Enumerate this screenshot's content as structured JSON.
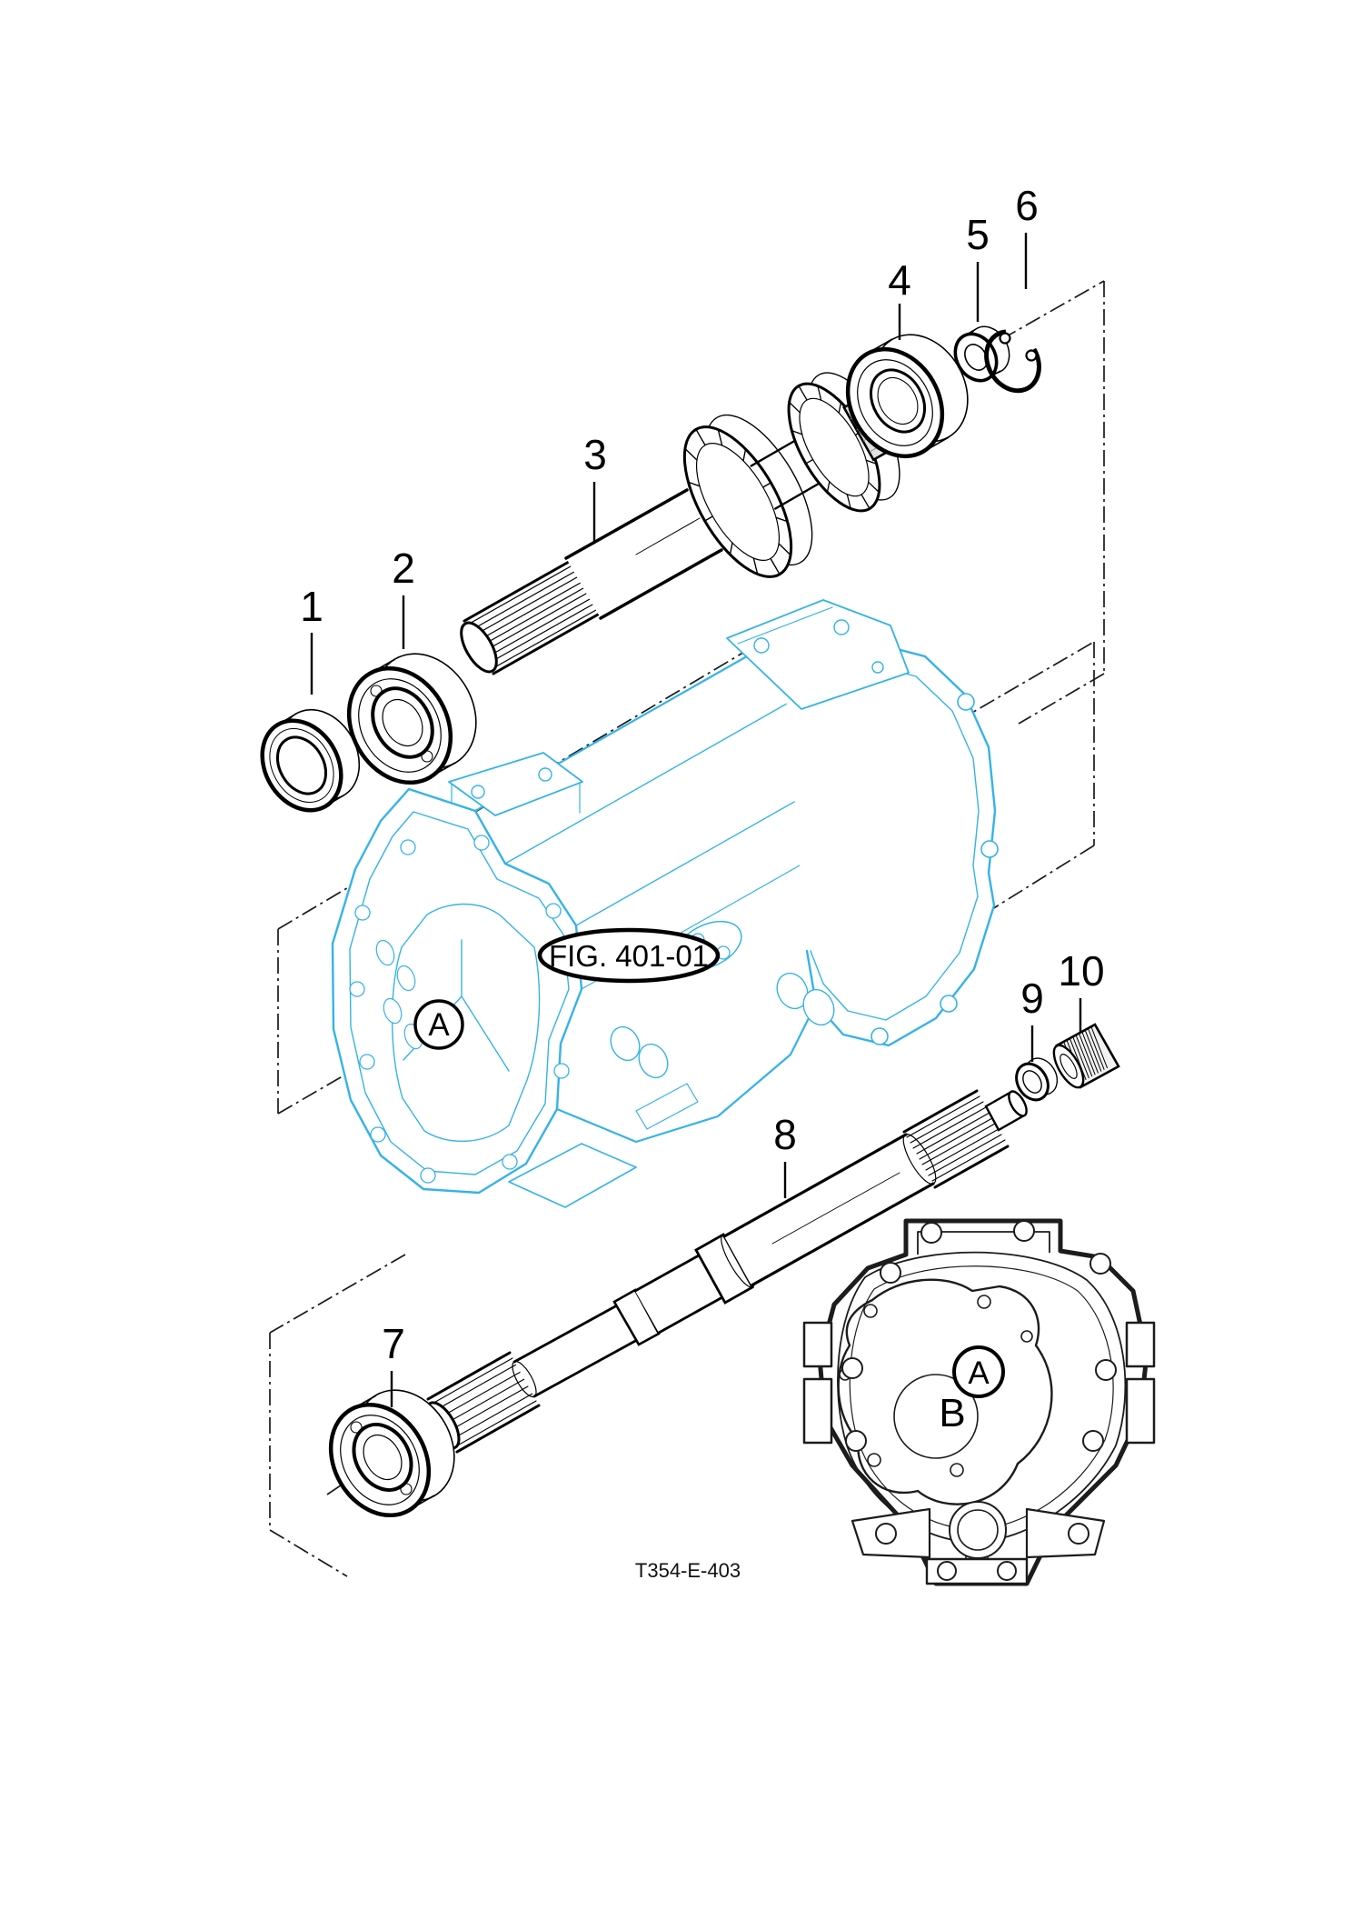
{
  "figure": {
    "fig_ref": "FIG. 401-01",
    "drawing_number": "T354-E-403"
  },
  "callouts": [
    {
      "label": "1"
    },
    {
      "label": "2"
    },
    {
      "label": "3"
    },
    {
      "label": "4"
    },
    {
      "label": "5"
    },
    {
      "label": "6"
    },
    {
      "label": "7"
    },
    {
      "label": "8"
    },
    {
      "label": "9"
    },
    {
      "label": "10"
    }
  ],
  "markers": {
    "housing_bore": "A",
    "cover_bore_a": "A",
    "cover_bore_b": "B"
  },
  "colors": {
    "housing_line": "#35b3e7",
    "line": "#000000",
    "cover_line": "#1c1c1c",
    "background": "#ffffff"
  }
}
